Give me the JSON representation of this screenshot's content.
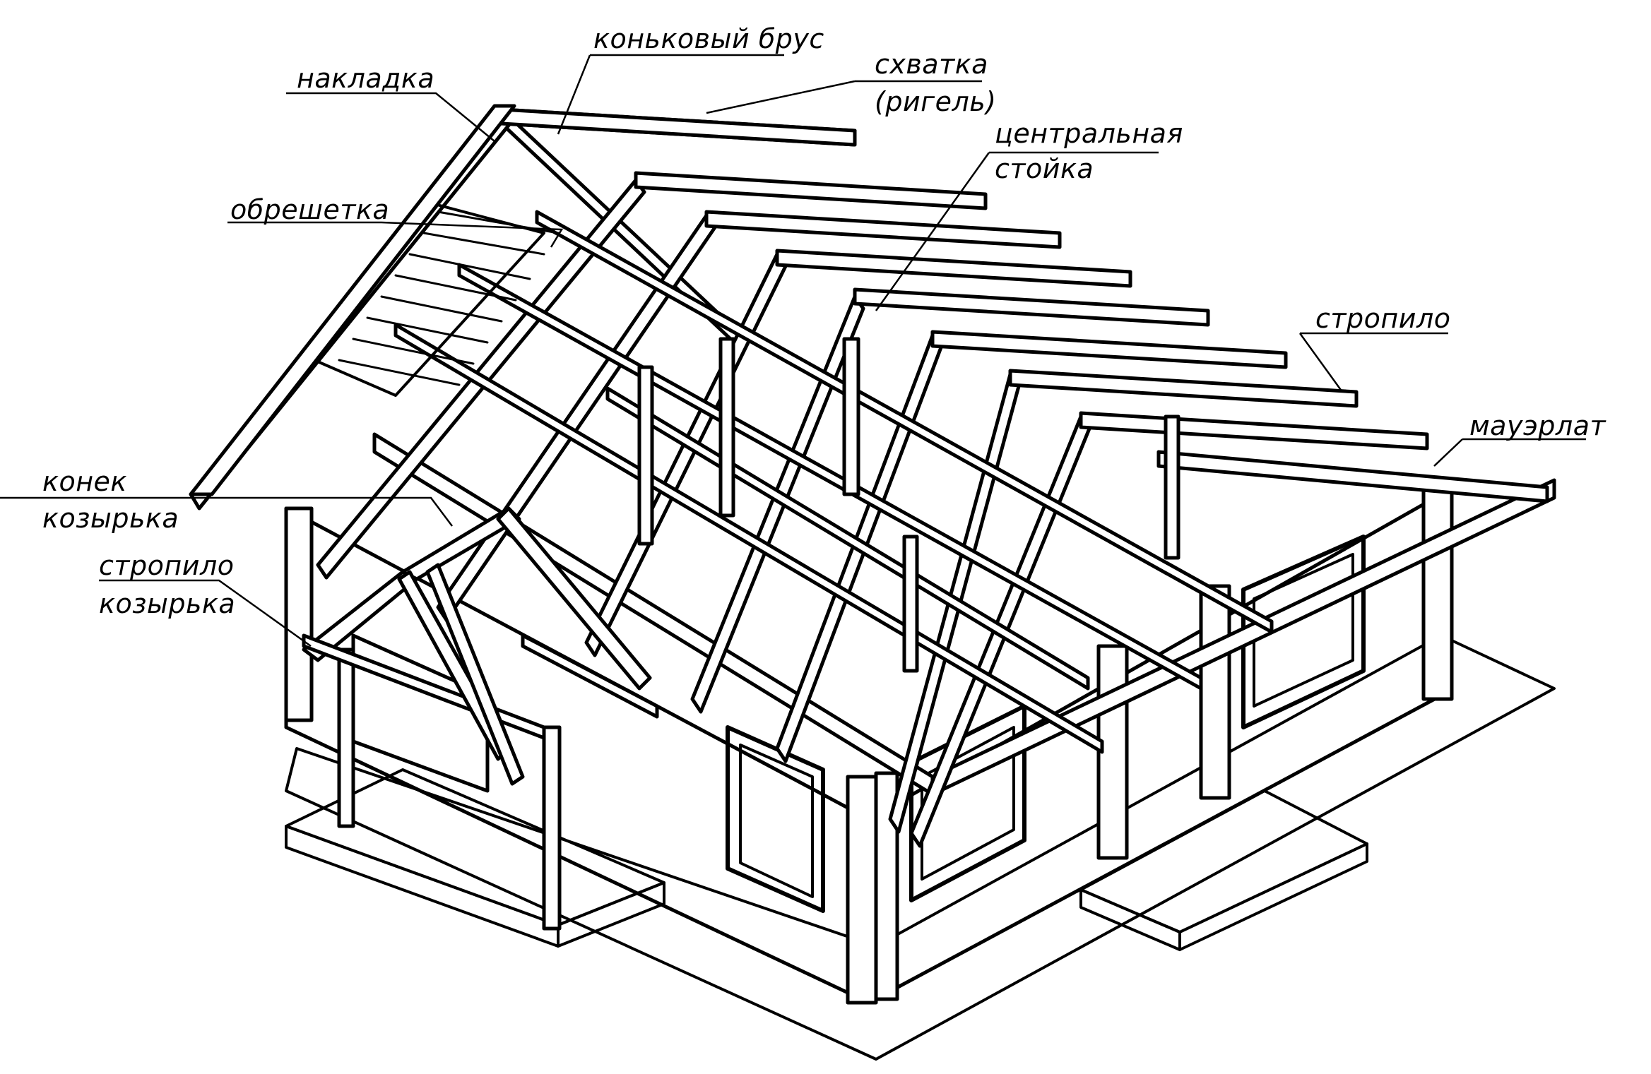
{
  "labels": {
    "nakladka": "накладка",
    "konkovyi_brus": "коньковый  брус",
    "skhvatka": "схватка",
    "rigel": "(ригель)",
    "centr_1": "центральная",
    "centr_2": "стойка",
    "obreshetka": "обрешетка",
    "stropilo": "стропило",
    "mauerlat": "мауэрлат",
    "konek_1": "конек",
    "konek_2": "козырька",
    "strop_koz_1": "стропило",
    "strop_koz_2": "козырька"
  }
}
